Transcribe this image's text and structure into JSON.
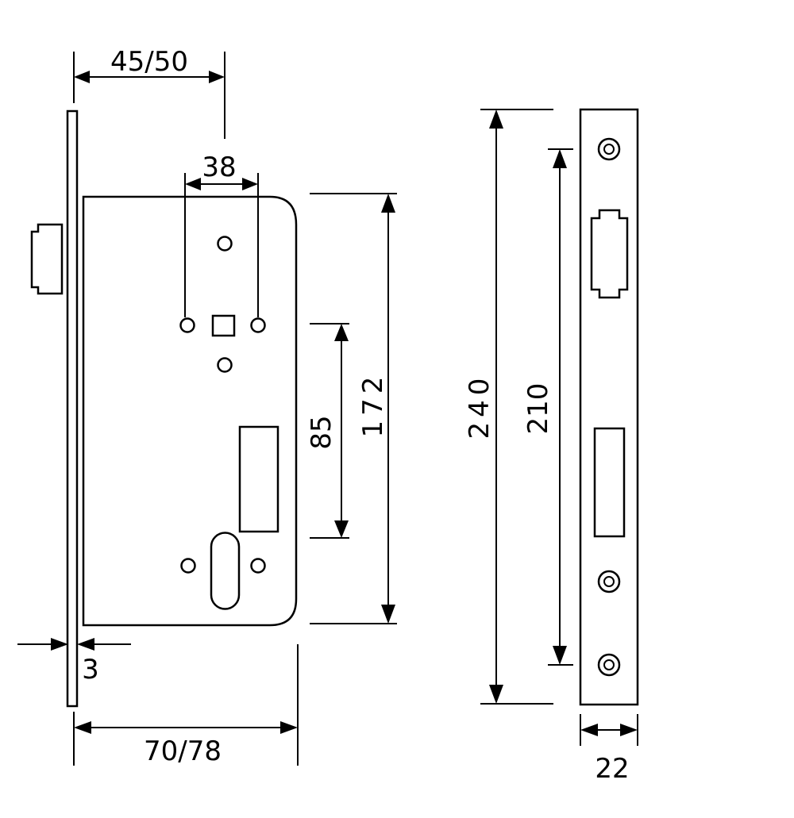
{
  "dimensions": {
    "backset": "45/50",
    "spindle_spacing": "38",
    "handle_to_cylinder": "85",
    "case_height": "172",
    "faceplate_height": "240",
    "screw_spacing": "210",
    "faceplate_thickness": "3",
    "case_depth": "70/78",
    "faceplate_width": "22"
  },
  "colors": {
    "line": "#000000",
    "background": "#ffffff"
  }
}
